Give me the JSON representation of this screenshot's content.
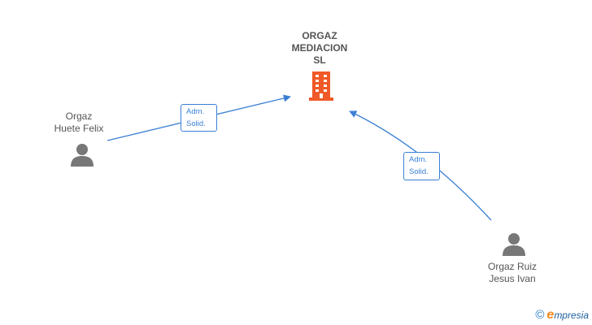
{
  "company": {
    "name_line1": "ORGAZ",
    "name_line2": "MEDIACION",
    "name_line3": "SL",
    "icon": "building-icon",
    "color": "#f05a28"
  },
  "persons": [
    {
      "line1": "Orgaz",
      "line2": "Huete Felix",
      "icon": "person-icon"
    },
    {
      "line1": "Orgaz Ruiz",
      "line2": "Jesus Ivan",
      "icon": "person-icon"
    }
  ],
  "relations": [
    {
      "line1": "Adm.",
      "line2": "Solid."
    },
    {
      "line1": "Adm.",
      "line2": "Solid."
    }
  ],
  "colors": {
    "edge": "#3a7fd5",
    "person": "#777777",
    "text": "#555555"
  },
  "footer": {
    "copyright_symbol": "©",
    "brand_initial": "e",
    "brand_rest": "mpresia"
  }
}
